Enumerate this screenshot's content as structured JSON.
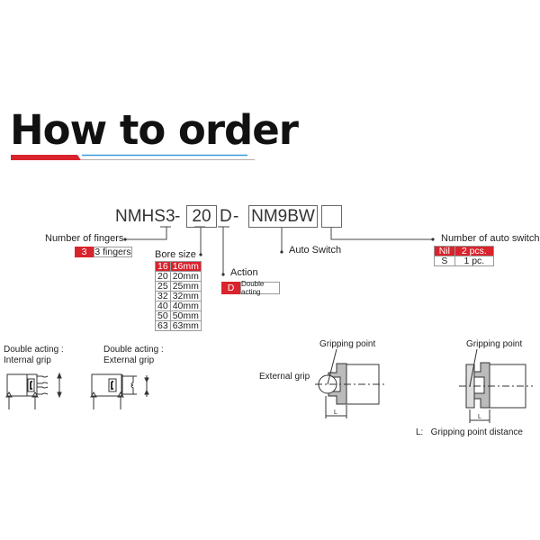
{
  "title": "How to order",
  "colors": {
    "accent_red": "#d9232d",
    "accent_blue": "#3a9ad9"
  },
  "model_code": {
    "prefix": "NMHS3",
    "dash1": "-",
    "bore": "20",
    "action": "D",
    "dash2": "-",
    "switch": "NM9BW",
    "switch_count": ""
  },
  "fingers": {
    "label": "Number of fingers",
    "code": "3",
    "desc": "3 fingers"
  },
  "bore_size": {
    "label": "Bore size",
    "rows": [
      [
        "16",
        "16mm"
      ],
      [
        "20",
        "20mm"
      ],
      [
        "25",
        "25mm"
      ],
      [
        "32",
        "32mm"
      ],
      [
        "40",
        "40mm"
      ],
      [
        "50",
        "50mm"
      ],
      [
        "63",
        "63mm"
      ]
    ]
  },
  "action": {
    "label": "Action",
    "code": "D",
    "desc": "Double acting"
  },
  "auto_switch": {
    "label": "Auto Switch"
  },
  "switch_count": {
    "label": "Number of auto switchs",
    "rows": [
      [
        "Nil",
        "2 pcs."
      ],
      [
        "S",
        "1 pc."
      ]
    ]
  },
  "diagrams": {
    "internal": {
      "line1": "Double acting :",
      "line2": "Internal grip"
    },
    "external": {
      "line1": "Double acting :",
      "line2": "External grip"
    },
    "gripping_point_1": "Gripping point",
    "external_grip": "External grip",
    "gripping_point_2": "Gripping point",
    "dim_L1": "L",
    "dim_L2": "L",
    "legend": "L:   Gripping point distance"
  }
}
